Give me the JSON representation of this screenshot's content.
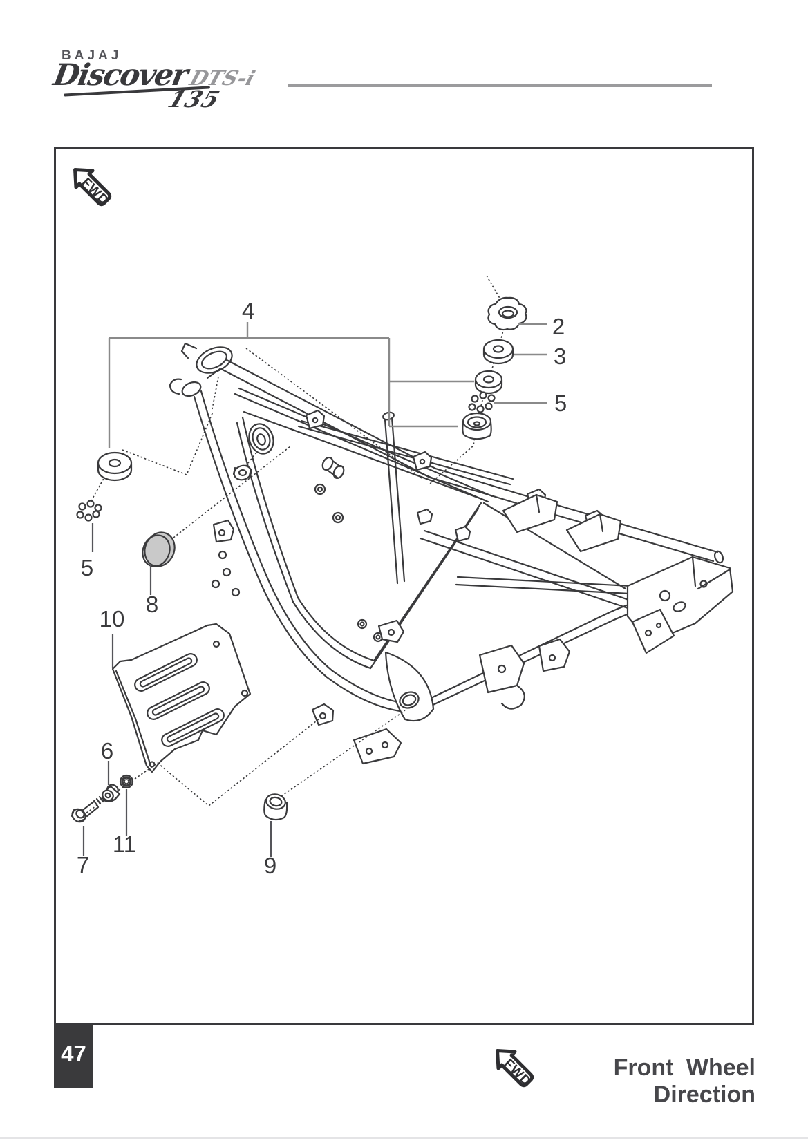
{
  "brand": {
    "manufacturer": "BAJAJ",
    "model": "Discover",
    "technology": "DTS-i",
    "displacement": "135"
  },
  "badge": {
    "label": "FWD"
  },
  "footer": {
    "page_number": "47",
    "caption": "Front Wheel Direction"
  },
  "diagram": {
    "description_visible_labels_only": "exploded frame parts diagram",
    "callouts": [
      {
        "number": "4"
      },
      {
        "number": "2"
      },
      {
        "number": "3"
      },
      {
        "number": "5"
      },
      {
        "number": "5"
      },
      {
        "number": "8"
      },
      {
        "number": "10"
      },
      {
        "number": "6"
      },
      {
        "number": "11"
      },
      {
        "number": "7"
      },
      {
        "number": "9"
      }
    ]
  },
  "colors": {
    "ink": "#3a3a3c",
    "leader_gray": "#8a8a8a",
    "logo_gray": "#97979a",
    "disc_fill": "#c9c9c9",
    "page_tab_bg": "#3a3a3c"
  }
}
